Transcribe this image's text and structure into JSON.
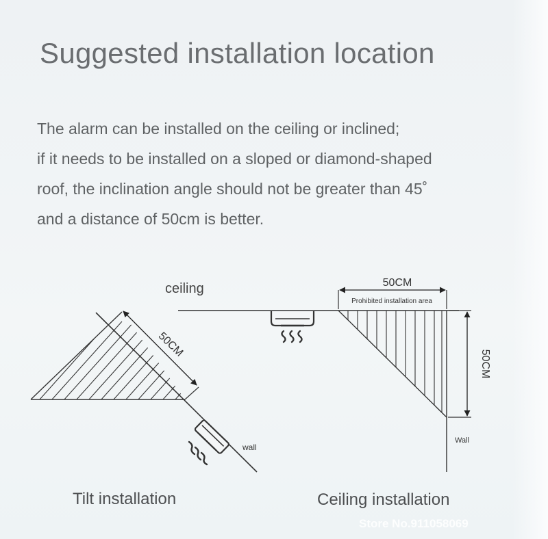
{
  "title": "Suggested installation location",
  "description": [
    "The alarm can be installed on the ceiling or inclined;",
    " if it needs to be installed on a sloped or diamond-shaped",
    "roof, the inclination angle should not be greater than 45˚",
    "and a distance of 50cm is better."
  ],
  "diagram": {
    "ceiling_label": "ceiling",
    "tilt": {
      "distance_label": "50CM",
      "wall_label": "wall",
      "caption": "Tilt installation"
    },
    "ceiling_install": {
      "width_label": "50CM",
      "height_label": "50CM",
      "prohibited_label": "Prohibited installation area",
      "wall_label": "Wall",
      "caption": "Ceiling installation"
    },
    "icons": [
      "smoke-detector-icon",
      "smoke-waves-icon"
    ],
    "colors": {
      "line": "#3a3a3a",
      "text": "#4d4f51"
    }
  },
  "watermark": "Store No.911058069"
}
